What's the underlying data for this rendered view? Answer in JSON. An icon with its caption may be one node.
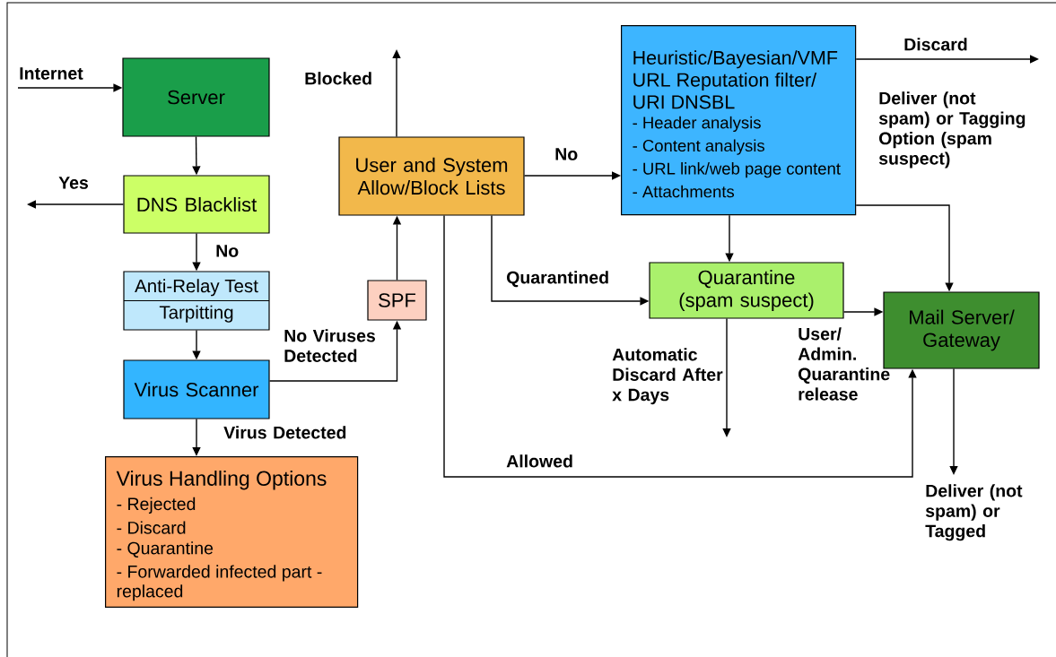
{
  "diagram": {
    "nodes": [
      {
        "text": [
          "Server"
        ]
      },
      {
        "text": [
          "DNS Blacklist"
        ]
      },
      {
        "text": [
          "Anti-Relay Test",
          "Tarpitting"
        ]
      },
      {
        "text": [
          "Virus Scanner"
        ]
      },
      {
        "text": [
          "Virus Handling Options",
          "- Rejected",
          "- Discard",
          "- Quarantine",
          "- Forwarded infected part - replaced"
        ]
      },
      {
        "text": [
          "SPF"
        ]
      },
      {
        "text": [
          "User and System Allow/Block Lists"
        ]
      },
      {
        "text": [
          "Heuristic/Bayesian/VMF URL Reputation filter/ URI DNSBL",
          "- Header analysis",
          "- Content analysis",
          "- URL link/web page content",
          "- Attachments"
        ]
      },
      {
        "text": [
          "Quarantine (spam suspect)"
        ]
      },
      {
        "text": [
          "Mail Server/ Gateway"
        ]
      }
    ],
    "edges": [
      {
        "from": null,
        "to": 0,
        "arrow": "to",
        "label": "Internet"
      },
      {
        "from": 0,
        "to": 1,
        "arrow": "to"
      },
      {
        "from": 1,
        "to": null,
        "arrow": "to",
        "label": "Yes"
      },
      {
        "from": 1,
        "to": 2,
        "arrow": "to",
        "label": "No"
      },
      {
        "from": 2,
        "to": 3,
        "arrow": "to"
      },
      {
        "from": 3,
        "to": 5,
        "arrow": "to",
        "label": "No Viruses Detected"
      },
      {
        "from": 3,
        "to": 4,
        "arrow": "to",
        "label": "Virus Detected"
      },
      {
        "from": 5,
        "to": 6,
        "arrow": "to"
      },
      {
        "from": 6,
        "to": null,
        "arrow": "to",
        "label": "Blocked"
      },
      {
        "from": 6,
        "to": 7,
        "arrow": "to",
        "label": "No"
      },
      {
        "from": 6,
        "to": 8,
        "arrow": "to",
        "label": "Quarantined"
      },
      {
        "from": 6,
        "to": 9,
        "arrow": "to",
        "label": "Allowed"
      },
      {
        "from": 7,
        "to": null,
        "arrow": "to",
        "label": "Discard"
      },
      {
        "from": 7,
        "to": 9,
        "arrow": "to",
        "label": "Deliver (not spam) or Tagging Option (spam suspect)"
      },
      {
        "from": 7,
        "to": 8,
        "arrow": "to"
      },
      {
        "from": 8,
        "to": 9,
        "arrow": "to",
        "label": "User/ Admin. Quarantine release"
      },
      {
        "from": 8,
        "to": null,
        "arrow": "to",
        "label": "Automatic Discard After x Days"
      },
      {
        "from": 9,
        "to": null,
        "arrow": "to",
        "label": "Deliver (not spam) or Tagged"
      }
    ]
  }
}
